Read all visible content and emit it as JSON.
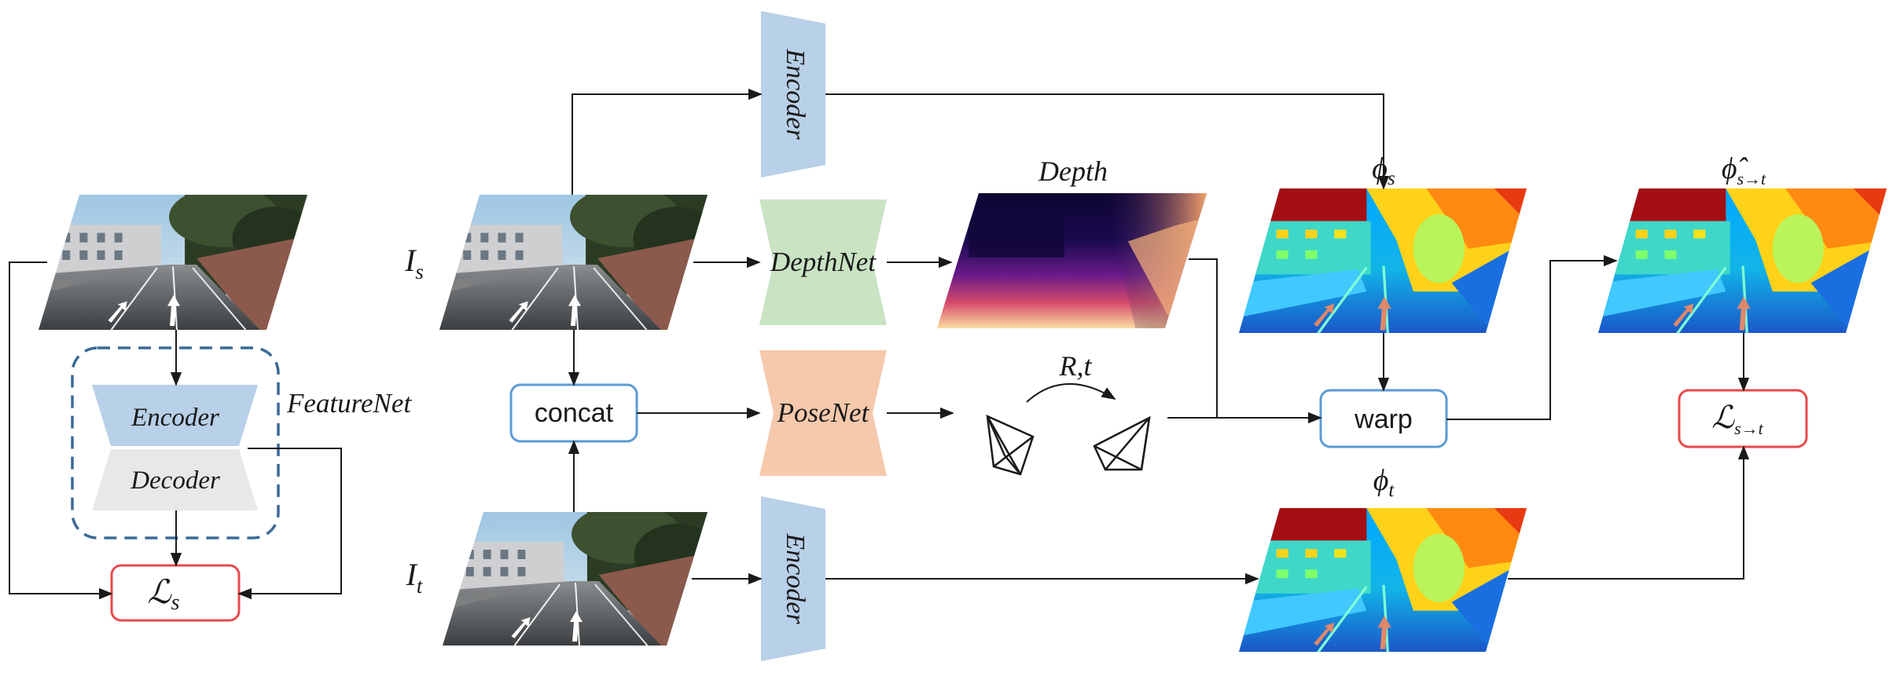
{
  "labels": {
    "feature_encoder": "Encoder",
    "feature_decoder": "Decoder",
    "feature_net": "FeatureNet",
    "loss_s": "ℒ",
    "loss_s_sub": "s",
    "input_s": "I",
    "input_s_sub": "s",
    "input_t": "I",
    "input_t_sub": "t",
    "encoder_top": "Encoder",
    "encoder_bottom": "Encoder",
    "depth_net": "DepthNet",
    "pose_net": "PoseNet",
    "concat": "concat",
    "depth": "Depth",
    "rt": "R,t",
    "warp": "warp",
    "phi_s": "ϕ",
    "phi_s_sub": "s",
    "phi_t": "ϕ",
    "phi_t_sub": "t",
    "phi_hat": "ϕ̂",
    "phi_hat_sub": "s→t",
    "loss_st": "ℒ",
    "loss_st_sub": "s→t"
  },
  "colors": {
    "encoder_fill": "#b8d0e8",
    "decoder_fill": "#e8e8e8",
    "depthnet_fill": "#c9e3c3",
    "posenet_fill": "#f6c9ac",
    "concat_border": "#5b9bd5",
    "loss_border": "#e84a4a",
    "featurenet_border": "#3b6a96",
    "arrow": "#1a1a1a"
  }
}
